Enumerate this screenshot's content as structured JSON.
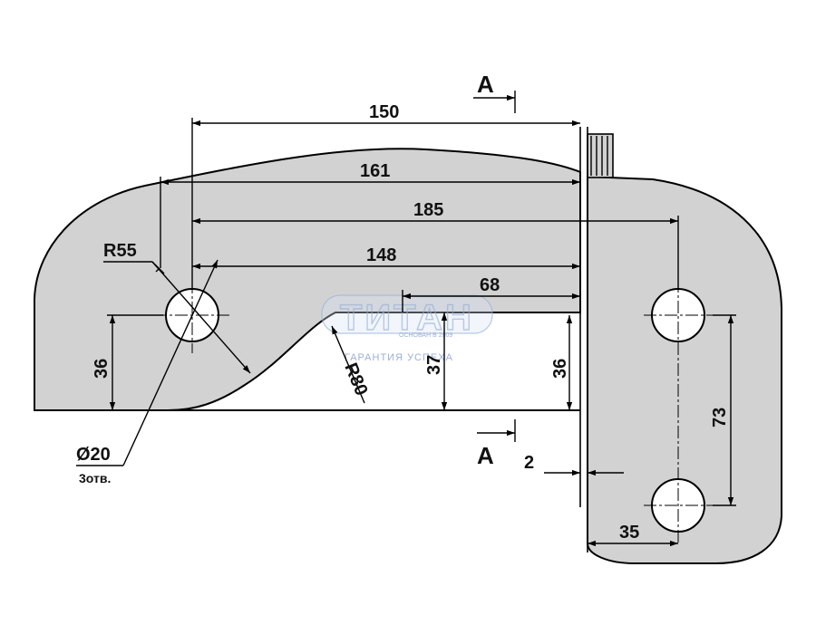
{
  "drawing": {
    "section_labels": [
      "A",
      "A"
    ],
    "dimensions": {
      "d150": "150",
      "d161": "161",
      "d185": "185",
      "d148": "148",
      "d68": "68",
      "d36_left": "36",
      "d37": "37",
      "d36_right": "36",
      "d73": "73",
      "d35": "35",
      "d2": "2",
      "r55": "R55",
      "r80": "R80",
      "hole_diameter": "Ø20",
      "hole_count": "3отв."
    },
    "watermark": {
      "title": "ТИТАН",
      "founded": "ОСНОВАН В 2009",
      "tagline": "ГАРАНТИЯ УСПЕХА"
    },
    "colors": {
      "part_fill": "#d2d2d2",
      "line": "#000000",
      "watermark": "#9fb7dc"
    }
  }
}
